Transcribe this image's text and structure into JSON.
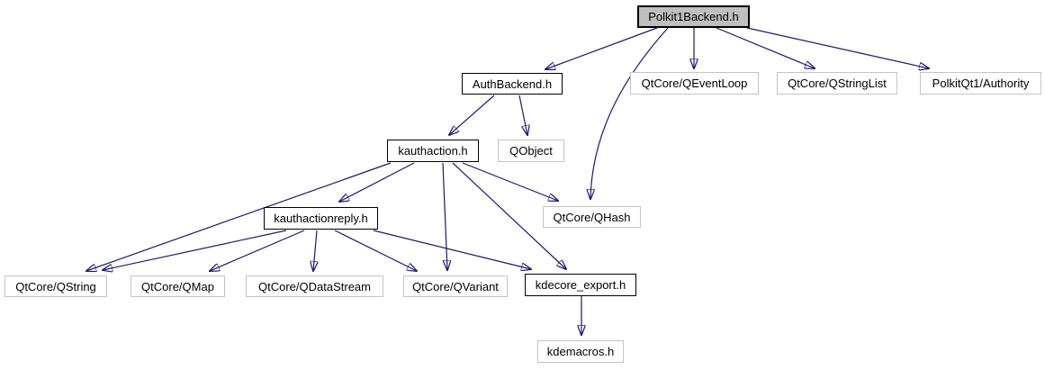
{
  "diagram": {
    "type": "include-dependency-graph",
    "root": "Polkit1Backend.h",
    "edge_color": "#191970",
    "main_node_fill": "#bfbfbf",
    "linked_node_border": "#000000",
    "plain_node_border": "#c4c4c4",
    "nodes": [
      {
        "id": "polkit1backend",
        "label": "Polkit1Backend.h",
        "kind": "main"
      },
      {
        "id": "authbackend",
        "label": "AuthBackend.h",
        "kind": "linked"
      },
      {
        "id": "qeventloop",
        "label": "QtCore/QEventLoop",
        "kind": "plain"
      },
      {
        "id": "qstringlist",
        "label": "QtCore/QStringList",
        "kind": "plain"
      },
      {
        "id": "authority",
        "label": "PolkitQt1/Authority",
        "kind": "plain"
      },
      {
        "id": "kauthaction",
        "label": "kauthaction.h",
        "kind": "linked"
      },
      {
        "id": "qobject",
        "label": "QObject",
        "kind": "plain"
      },
      {
        "id": "kauthactionreply",
        "label": "kauthactionreply.h",
        "kind": "linked"
      },
      {
        "id": "qhash",
        "label": "QtCore/QHash",
        "kind": "plain"
      },
      {
        "id": "qstring",
        "label": "QtCore/QString",
        "kind": "plain"
      },
      {
        "id": "qmap",
        "label": "QtCore/QMap",
        "kind": "plain"
      },
      {
        "id": "qdatastream",
        "label": "QtCore/QDataStream",
        "kind": "plain"
      },
      {
        "id": "qvariant",
        "label": "QtCore/QVariant",
        "kind": "plain"
      },
      {
        "id": "kdecore_export",
        "label": "kdecore_export.h",
        "kind": "linked"
      },
      {
        "id": "kdemacros",
        "label": "kdemacros.h",
        "kind": "plain"
      }
    ],
    "edges": [
      {
        "from": "Polkit1Backend.h",
        "to": "AuthBackend.h"
      },
      {
        "from": "Polkit1Backend.h",
        "to": "QtCore/QEventLoop"
      },
      {
        "from": "Polkit1Backend.h",
        "to": "QtCore/QStringList"
      },
      {
        "from": "Polkit1Backend.h",
        "to": "PolkitQt1/Authority"
      },
      {
        "from": "Polkit1Backend.h",
        "to": "QtCore/QHash"
      },
      {
        "from": "AuthBackend.h",
        "to": "kauthaction.h"
      },
      {
        "from": "AuthBackend.h",
        "to": "QObject"
      },
      {
        "from": "kauthaction.h",
        "to": "kauthactionreply.h"
      },
      {
        "from": "kauthaction.h",
        "to": "QtCore/QString"
      },
      {
        "from": "kauthaction.h",
        "to": "QtCore/QVariant"
      },
      {
        "from": "kauthaction.h",
        "to": "kdecore_export.h"
      },
      {
        "from": "kauthaction.h",
        "to": "QtCore/QHash"
      },
      {
        "from": "kauthactionreply.h",
        "to": "QtCore/QString"
      },
      {
        "from": "kauthactionreply.h",
        "to": "QtCore/QMap"
      },
      {
        "from": "kauthactionreply.h",
        "to": "QtCore/QDataStream"
      },
      {
        "from": "kauthactionreply.h",
        "to": "QtCore/QVariant"
      },
      {
        "from": "kauthactionreply.h",
        "to": "kdecore_export.h"
      },
      {
        "from": "kdecore_export.h",
        "to": "kdemacros.h"
      }
    ]
  }
}
